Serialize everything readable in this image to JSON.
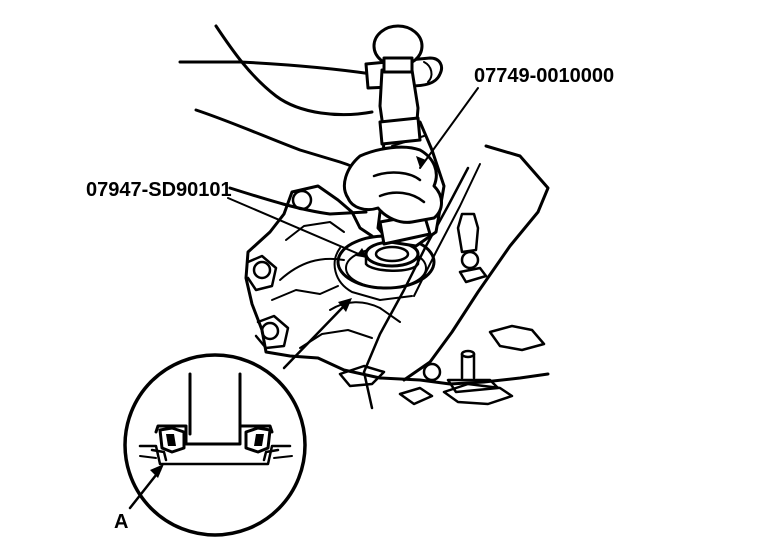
{
  "labels": {
    "tool_top": "07749-0010000",
    "tool_left": "07947-SD90101",
    "callout_a": "A"
  },
  "colors": {
    "ink": "#000000",
    "paper": "#ffffff"
  },
  "icons": {
    "hammer": "hammer-icon",
    "hand": "hand-icon",
    "driver": "driver-tool-icon",
    "seal": "oil-seal-icon",
    "detail": "magnified-detail-icon"
  }
}
